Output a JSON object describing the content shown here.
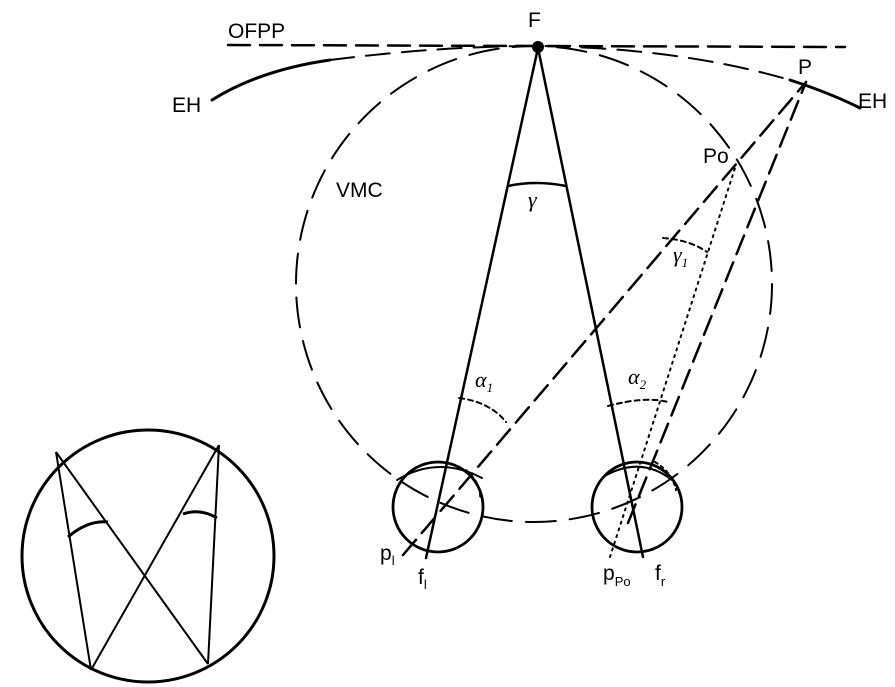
{
  "labels": {
    "ofpp": "OFPP",
    "f": "F",
    "eh_left": "EH",
    "eh_right": "EH",
    "p": "P",
    "po": "Po",
    "vmc": "VMC",
    "gamma": "γ",
    "gamma1_main": "γ",
    "gamma1_sub": "1",
    "alpha1_main": "α",
    "alpha1_sub": "1",
    "alpha2_main": "α",
    "alpha2_sub": "2",
    "pl_main": "p",
    "pl_sub": "l",
    "fl_main": "f",
    "fl_sub": "l",
    "ppo_main": "p",
    "ppo_sub": "Po",
    "fr_main": "f",
    "fr_sub": "r"
  },
  "colors": {
    "ink": "#000000",
    "paper": "#ffffff"
  }
}
